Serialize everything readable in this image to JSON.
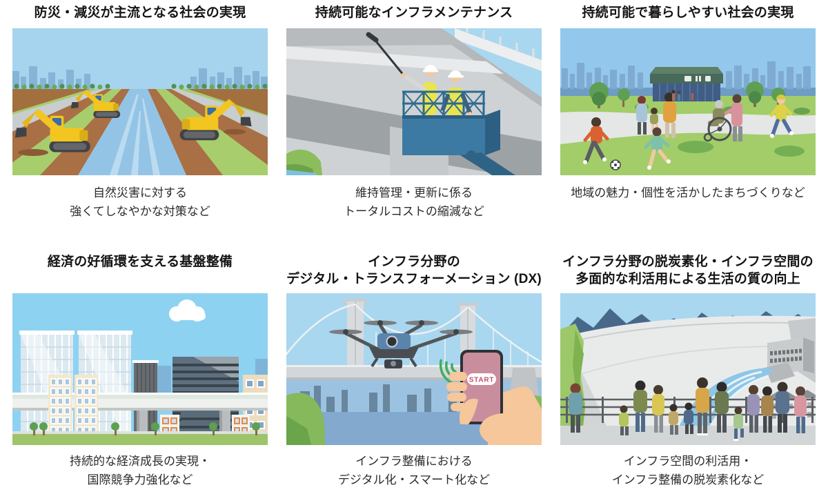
{
  "page": {
    "background": "#ffffff"
  },
  "cards": [
    {
      "id": "disaster-resilience",
      "title_lines": [
        "防災・減災が主流となる社会の実現"
      ],
      "caption_lines": [
        "自然災害に対する",
        "強くてしなやかな対策など"
      ],
      "illustration": "excavators-dredging-river"
    },
    {
      "id": "infra-maintenance",
      "title_lines": [
        "持続可能なインフラメンテナンス"
      ],
      "caption_lines": [
        "維持管理・更新に係る",
        "トータルコストの縮減など"
      ],
      "illustration": "bridge-inspection-lift"
    },
    {
      "id": "livable-society",
      "title_lines": [
        "持続可能で暮らしやすい社会の実現"
      ],
      "caption_lines": [
        "地域の魅力・個性を活かしたまちづくりなど"
      ],
      "illustration": "inclusive-park"
    },
    {
      "id": "economic-foundation",
      "title_lines": [
        "経済の好循環を支える基盤整備"
      ],
      "caption_lines": [
        "持続的な経済成長の実現・",
        "国際競争力強化など"
      ],
      "illustration": "city-expressway"
    },
    {
      "id": "infra-dx",
      "title_lines": [
        "インフラ分野の",
        "デジタル・トランスフォーメーション (DX)"
      ],
      "caption_lines": [
        "インフラ整備における",
        "デジタル化・スマート化など"
      ],
      "labels": {
        "start": "START"
      },
      "illustration": "drone-bridge-smartphone"
    },
    {
      "id": "decarbonization-quality-of-life",
      "title_lines": [
        "インフラ分野の脱炭素化・インフラ空間の",
        "多面的な利活用による生活の質の向上"
      ],
      "caption_lines": [
        "インフラ空間の利活用・",
        "インフラ整備の脱炭素化など"
      ],
      "illustration": "dam-visitors"
    }
  ],
  "colors": {
    "title_text": "#141414",
    "caption_text": "#2b2b2b",
    "sky": "#a9d7ef",
    "grass": "#9fca63",
    "excavator_yellow": "#f3c520",
    "lift_blue": "#3d7aa3",
    "phone_pink": "#c98e9e",
    "start_text": "#c2506b",
    "wifi_green": "#3fae5c"
  }
}
